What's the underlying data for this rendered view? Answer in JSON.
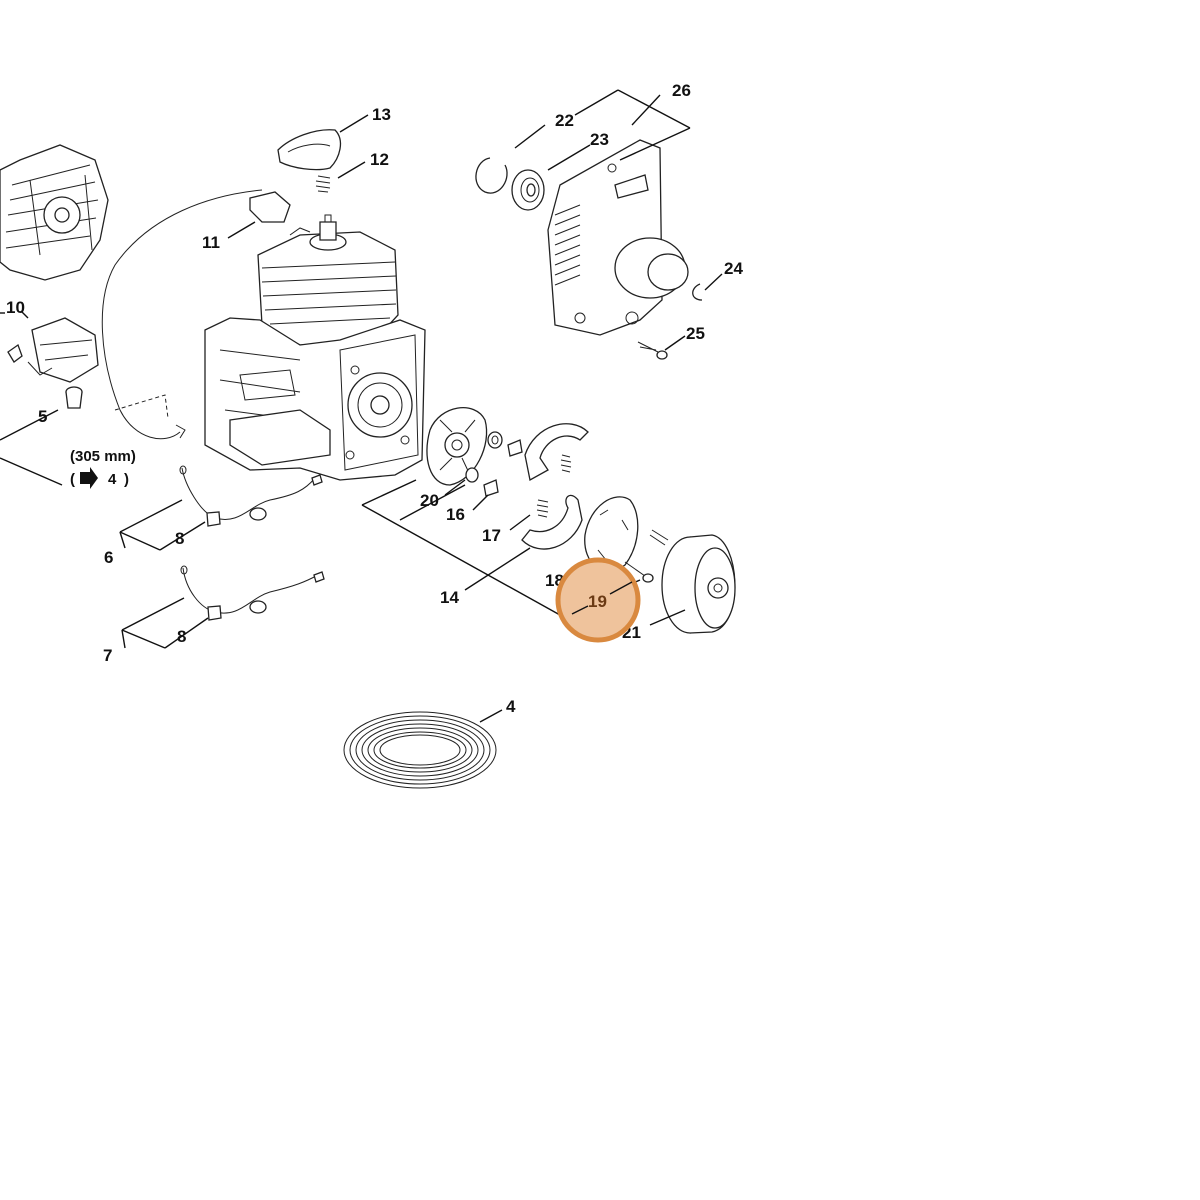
{
  "callouts": {
    "c4": "4",
    "c5": "5",
    "c6": "6",
    "c7": "7",
    "c8a": "8",
    "c8b": "8",
    "c10": "10",
    "c11": "11",
    "c12": "12",
    "c13": "13",
    "c14": "14",
    "c16": "16",
    "c17": "17",
    "c18": "18",
    "c19": "19",
    "c20": "20",
    "c21": "21",
    "c22": "22",
    "c23": "23",
    "c24": "24",
    "c25": "25",
    "c26": "26"
  },
  "notes": {
    "length": "(305 mm)",
    "ref_open": "(",
    "ref_num": "4",
    "ref_close": ")"
  },
  "highlight": {
    "label": "19",
    "fill": "#efc39c",
    "stroke": "#d9893f"
  },
  "icons": {
    "ref_arrow": "arrow-right-icon"
  }
}
